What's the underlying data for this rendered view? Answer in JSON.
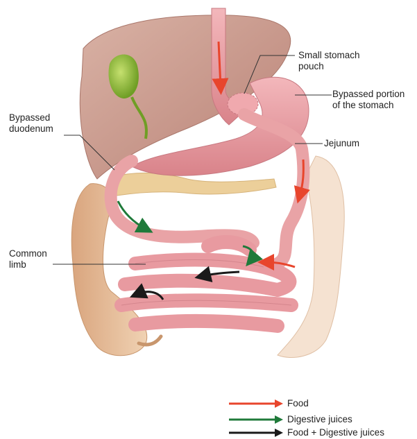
{
  "labels": {
    "small_stomach_pouch": "Small stomach\npouch",
    "bypassed_portion": "Bypassed portion\nof the stomach",
    "jejunum": "Jejunum",
    "bypassed_duodenum": "Bypassed\nduodenum",
    "common_limb": "Common\nlimb"
  },
  "legend": [
    {
      "label": "Food",
      "color": "#e8452c",
      "icon": "arrow-right"
    },
    {
      "label": "Digestive juices",
      "color": "#1f7a3a",
      "icon": "arrow-right"
    },
    {
      "label": "Food + Digestive juices",
      "color": "#1a1a1a",
      "icon": "arrow-right"
    }
  ],
  "colors": {
    "liver": "#c99a8a",
    "gallbladder": "#8fbf3a",
    "stomach": "#e89aa0",
    "intestine": "#e9a3a6",
    "colon": "#e7c9a8",
    "pancreas": "#eccf9a"
  }
}
